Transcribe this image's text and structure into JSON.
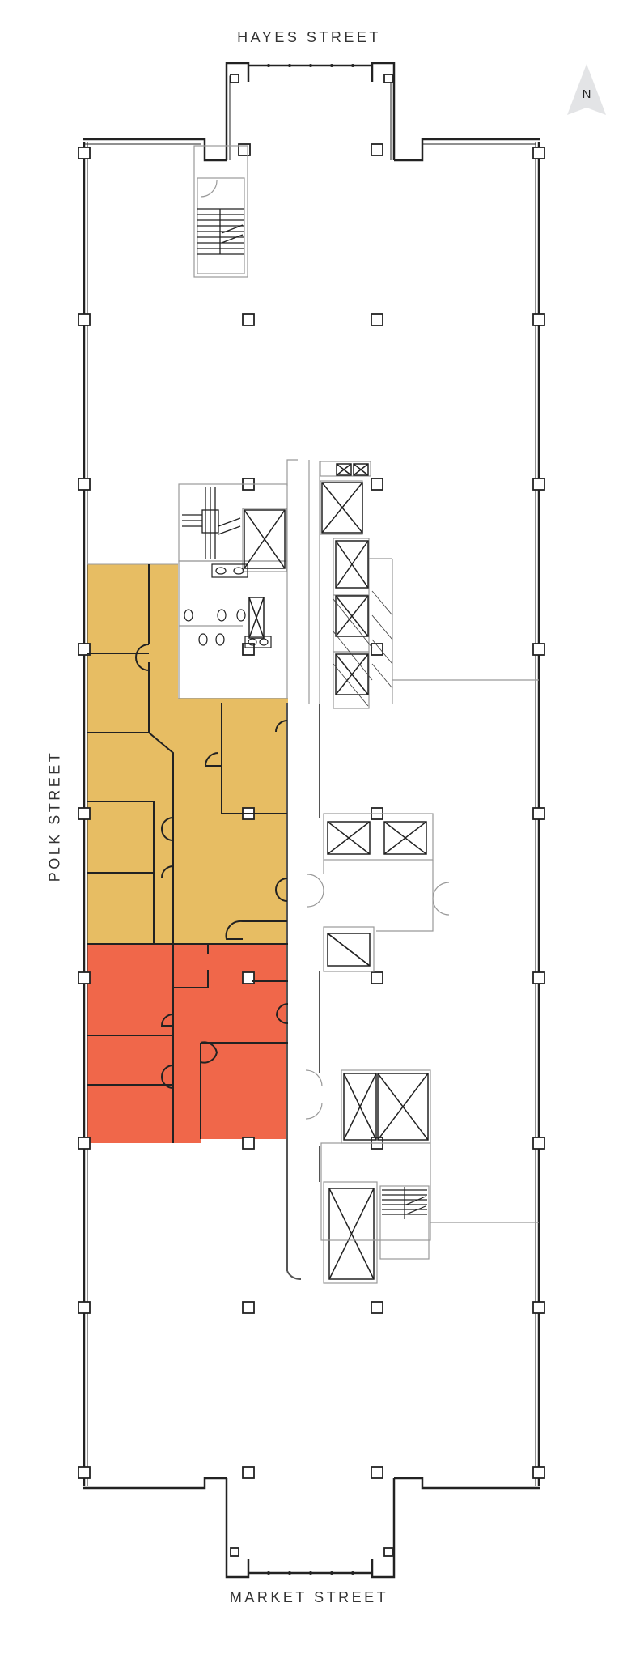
{
  "streets": {
    "north": "HAYES STREET",
    "south": "MARKET STREET",
    "west": "POLK STREET"
  },
  "compass": {
    "label": "N",
    "icon": "north-arrow-icon",
    "fill": "#e3e4e6"
  },
  "suites": [
    {
      "name": "suite-north",
      "color": "#e7bd63"
    },
    {
      "name": "suite-south",
      "color": "#f0674a"
    }
  ],
  "colors": {
    "wall": "#222222",
    "interior_wall": "#9a9a9a",
    "background": "#ffffff"
  }
}
